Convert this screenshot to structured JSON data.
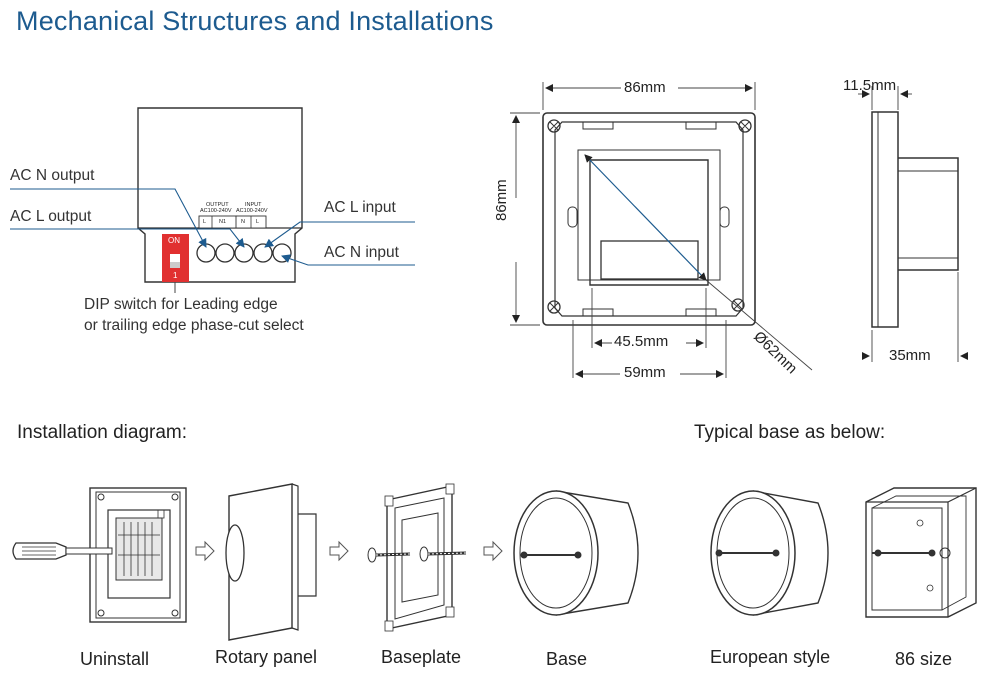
{
  "title": "Mechanical Structures and Installations",
  "wiring": {
    "ac_n_output": "AC N output",
    "ac_l_output": "AC L output",
    "ac_l_input": "AC L input",
    "ac_n_input": "AC N input",
    "output_block": "OUTPUT",
    "output_voltage": "AC100-240V",
    "input_block": "INPUT",
    "input_voltage": "AC100-240V",
    "term_l_out": "L",
    "term_n1": "N1",
    "term_n_in": "N",
    "term_l_in": "L",
    "switch_on": "ON",
    "switch_num": "1",
    "dip_line1": "DIP switch for Leading edge",
    "dip_line2": "or trailing edge phase-cut select"
  },
  "dimensions": {
    "width": "86mm",
    "height": "86mm",
    "depth": "11.5mm",
    "inner": "45.5mm",
    "base": "59mm",
    "diameter": "Ø62mm",
    "back_depth": "35mm"
  },
  "installation": {
    "heading": "Installation diagram:",
    "steps": [
      "Uninstall",
      "Rotary panel",
      "Baseplate",
      "Base"
    ]
  },
  "typical": {
    "heading": "Typical base as below:",
    "items": [
      "European style",
      "86 size"
    ]
  }
}
